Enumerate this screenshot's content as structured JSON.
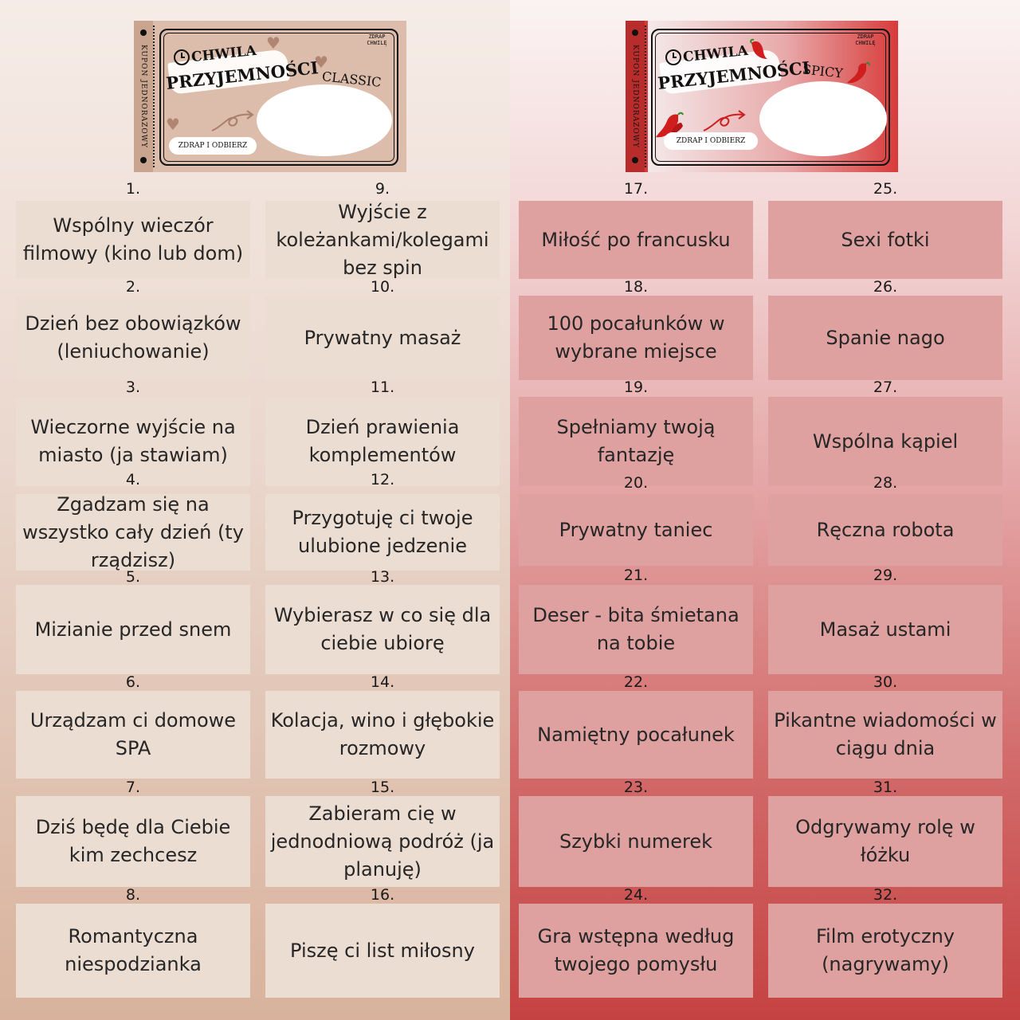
{
  "coupons": {
    "classic": {
      "stub_label": "KUPON JEDNORAZOWY",
      "title_line1": "CHWILA",
      "title_line2": "PRZYJEMNOŚCI",
      "brand": "ZDRAP CHWILĘ",
      "variant": "CLASSIC",
      "claim": "ZDRAP I ODBIERZ",
      "colors": {
        "background": "#dcbcaa",
        "accent": "#a97f6c"
      }
    },
    "spicy": {
      "stub_label": "KUPON JEDNORAZOWY",
      "title_line1": "CHWILA",
      "title_line2": "PRZYJEMNOŚCI",
      "brand": "ZDRAP CHWILĘ",
      "variant": "SPICY",
      "claim": "ZDRAP I ODBIERZ",
      "colors": {
        "background": "#d83b3b",
        "accent": "#cc1f1f"
      }
    }
  },
  "items": [
    {
      "num": "1.",
      "text": "Wspólny wieczór filmowy (kino lub dom)"
    },
    {
      "num": "2.",
      "text": "Dzień bez obowiązków (leniuchowanie)"
    },
    {
      "num": "3.",
      "text": "Wieczorne wyjście na miasto (ja stawiam)"
    },
    {
      "num": "4.",
      "text": "Zgadzam się na wszystko cały dzień (ty rządzisz)"
    },
    {
      "num": "5.",
      "text": "Mizianie przed snem"
    },
    {
      "num": "6.",
      "text": "Urządzam ci domowe SPA"
    },
    {
      "num": "7.",
      "text": "Dziś będę dla Ciebie kim zechcesz"
    },
    {
      "num": "8.",
      "text": "Romantyczna niespodzianka"
    },
    {
      "num": "9.",
      "text": "Wyjście z koleżankami/kolegami bez spin"
    },
    {
      "num": "10.",
      "text": "Prywatny masaż"
    },
    {
      "num": "11.",
      "text": "Dzień prawienia komplementów"
    },
    {
      "num": "12.",
      "text": "Przygotuję ci twoje ulubione jedzenie"
    },
    {
      "num": "13.",
      "text": "Wybierasz w co się dla ciebie ubiorę"
    },
    {
      "num": "14.",
      "text": "Kolacja, wino i głębokie rozmowy"
    },
    {
      "num": "15.",
      "text": "Zabieram cię w jednodniową podróż (ja planuję)"
    },
    {
      "num": "16.",
      "text": "Piszę ci list miłosny"
    },
    {
      "num": "17.",
      "text": "Miłość po francusku"
    },
    {
      "num": "18.",
      "text": "100 pocałunków w wybrane miejsce"
    },
    {
      "num": "19.",
      "text": "Spełniamy twoją fantazję"
    },
    {
      "num": "20.",
      "text": "Prywatny taniec"
    },
    {
      "num": "21.",
      "text": "Deser - bita śmietana na tobie"
    },
    {
      "num": "22.",
      "text": "Namiętny pocałunek"
    },
    {
      "num": "23.",
      "text": "Szybki numerek"
    },
    {
      "num": "24.",
      "text": "Gra wstępna według twojego pomysłu"
    },
    {
      "num": "25.",
      "text": "Sexi fotki"
    },
    {
      "num": "26.",
      "text": "Spanie nago"
    },
    {
      "num": "27.",
      "text": "Wspólna kąpiel"
    },
    {
      "num": "28.",
      "text": "Ręczna robota"
    },
    {
      "num": "29.",
      "text": "Masaż ustami"
    },
    {
      "num": "30.",
      "text": "Pikantne wiadomości w ciągu dnia"
    },
    {
      "num": "31.",
      "text": "Odgrywamy rolę w łóżku"
    },
    {
      "num": "32.",
      "text": "Film erotyczny (nagrywamy)"
    }
  ],
  "colors": {
    "classic_cell": "#ecddd3",
    "spicy_cell": "#dfa0a0"
  }
}
